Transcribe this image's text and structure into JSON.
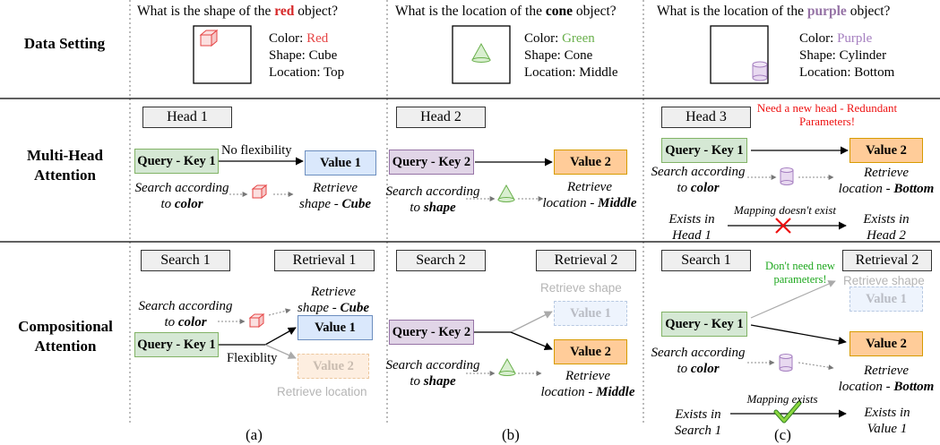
{
  "row_labels": {
    "data": "Data Setting",
    "mha": "Multi-Head Attention",
    "ca": "Compositional Attention"
  },
  "questions": [
    {
      "prefix": "What is the shape of the ",
      "keyword": "red",
      "suffix": " object?",
      "keyword_color": "#d62728"
    },
    {
      "prefix": "What is the location of the ",
      "keyword": "cone",
      "suffix": " object?",
      "keyword_color": "#000000"
    },
    {
      "prefix": "What is the location of the ",
      "keyword": "purple",
      "suffix": " object?",
      "keyword_color": "#9673a6"
    }
  ],
  "objects": [
    {
      "color_label": "Color: ",
      "color_value": "Red",
      "color_hex": "#e64545",
      "shape": "Shape: Cube",
      "location": "Location: Top"
    },
    {
      "color_label": "Color: ",
      "color_value": "Green",
      "color_hex": "#6ab04c",
      "shape": "Shape: Cone",
      "location": "Location: Middle"
    },
    {
      "color_label": "Color: ",
      "color_value": "Purple",
      "color_hex": "#a57fc0",
      "shape": "Shape: Cylinder",
      "location": "Location: Bottom"
    }
  ],
  "mha": {
    "heads": [
      "Head 1",
      "Head 2",
      "Head 3"
    ],
    "p1": {
      "qk": "Query - Key 1",
      "value": "Value 1",
      "edge": "No flexibility",
      "search_1": "Search according",
      "search_2": "to ",
      "search_kw": "color",
      "retrieve_1": "Retrieve",
      "retrieve_2": "shape - ",
      "retrieve_kw": "Cube"
    },
    "p2": {
      "qk": "Query - Key 2",
      "value": "Value 2",
      "search_1": "Search according",
      "search_2": "to ",
      "search_kw": "shape",
      "retrieve_1": "Retrieve",
      "retrieve_2": "location - ",
      "retrieve_kw": "Middle"
    },
    "p3": {
      "qk": "Query - Key 1",
      "value": "Value 2",
      "note": "Need a new head - Redundant Parameters!",
      "search_1": "Search according",
      "search_2": "to ",
      "search_kw": "color",
      "retrieve_1": "Retrieve",
      "retrieve_2": "location - ",
      "retrieve_kw": "Bottom",
      "left_1": "Exists in",
      "left_2": "Head 1",
      "right_1": "Exists in",
      "right_2": "Head 2",
      "mapping": "Mapping doesn't exist"
    }
  },
  "ca": {
    "p1": {
      "search": "Search 1",
      "retrieval": "Retrieval 1",
      "qk": "Query - Key 1",
      "v1": "Value 1",
      "v2": "Value 2",
      "edge": "Flexiblity",
      "search_1": "Search according",
      "search_2": "to ",
      "search_kw": "color",
      "retrieve_1": "Retrieve",
      "retrieve_2": "shape - ",
      "retrieve_kw": "Cube",
      "faded_retrieve": "Retrieve location"
    },
    "p2": {
      "search": "Search 2",
      "retrieval": "Retrieval 2",
      "qk": "Query - Key 2",
      "v1": "Value 1",
      "v2": "Value 2",
      "faded_retrieve": "Retrieve shape",
      "search_1": "Search according",
      "search_2": "to ",
      "search_kw": "shape",
      "retrieve_1": "Retrieve",
      "retrieve_2": "location - ",
      "retrieve_kw": "Middle"
    },
    "p3": {
      "search": "Search 1",
      "retrieval": "Retrieval 2",
      "qk": "Query - Key 1",
      "v1": "Value 1",
      "v2": "Value 2",
      "note": "Don't need new parameters!",
      "faded_retrieve": "Retrieve shape",
      "search_1": "Search according",
      "search_2": "to ",
      "search_kw": "color",
      "retrieve_1": "Retrieve",
      "retrieve_2": "location - ",
      "retrieve_kw": "Bottom",
      "left_1": "Exists in",
      "left_2": "Search 1",
      "right_1": "Exists in",
      "right_2": "Value 1",
      "mapping": "Mapping exists"
    }
  },
  "captions": [
    "(a)",
    "(b)",
    "(c)"
  ]
}
